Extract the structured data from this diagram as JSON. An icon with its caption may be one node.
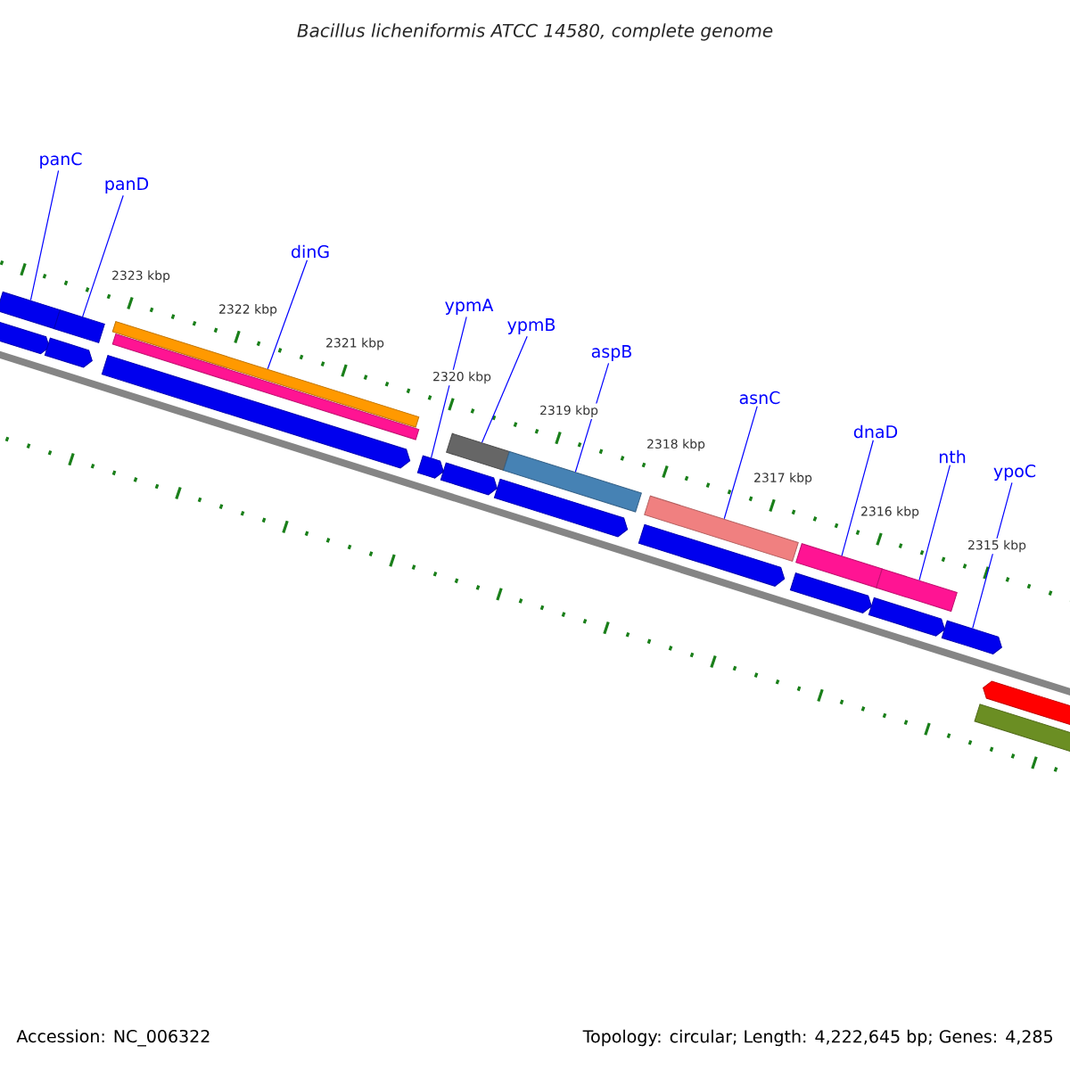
{
  "diagram": {
    "title": "Bacillus licheniformis ATCC 14580, complete genome",
    "nodes": [
      {
        "text": [
          "panC"
        ]
      },
      {
        "text": [
          "panD"
        ]
      },
      {
        "text": [
          "dinG"
        ]
      },
      {
        "text": [
          "ypmA"
        ]
      },
      {
        "text": [
          "ypmB"
        ]
      },
      {
        "text": [
          "aspB"
        ]
      },
      {
        "text": [
          "asnC"
        ]
      },
      {
        "text": [
          "dnaD"
        ]
      },
      {
        "text": [
          "nth"
        ]
      },
      {
        "text": [
          "ypoC"
        ]
      },
      {
        "text": [],
        "shape": "arrow"
      },
      {
        "text": [],
        "shape": "bar"
      },
      {
        "text": [],
        "shape": "arrow"
      },
      {
        "text": [],
        "shape": "bar"
      },
      {
        "text": [],
        "shape": "arrow"
      },
      {
        "text": [],
        "shape": "bar"
      },
      {
        "text": [],
        "shape": "bar"
      },
      {
        "text": [],
        "shape": "arrow"
      },
      {
        "text": [],
        "shape": "arrow"
      },
      {
        "text": [],
        "shape": "bar"
      },
      {
        "text": [],
        "shape": "arrow"
      },
      {
        "text": [],
        "shape": "bar"
      },
      {
        "text": [],
        "shape": "arrow"
      },
      {
        "text": [],
        "shape": "bar"
      },
      {
        "text": [],
        "shape": "arrow"
      },
      {
        "text": [],
        "shape": "bar"
      },
      {
        "text": [],
        "shape": "arrow"
      },
      {
        "text": [],
        "shape": "bar"
      },
      {
        "text": [],
        "shape": "arrow"
      },
      {
        "text": [],
        "shape": "bar"
      },
      {
        "text": [],
        "shape": "arrow"
      }
    ],
    "edges": [
      {
        "from": 0,
        "to": 11,
        "arrow": "none"
      },
      {
        "from": 1,
        "to": 13,
        "arrow": "none"
      },
      {
        "from": 2,
        "to": 15,
        "arrow": "none"
      },
      {
        "from": 3,
        "to": 17,
        "arrow": "none"
      },
      {
        "from": 4,
        "to": 19,
        "arrow": "none"
      },
      {
        "from": 5,
        "to": 21,
        "arrow": "none"
      },
      {
        "from": 6,
        "to": 23,
        "arrow": "none"
      },
      {
        "from": 7,
        "to": 25,
        "arrow": "none"
      },
      {
        "from": 8,
        "to": 27,
        "arrow": "none"
      },
      {
        "from": 9,
        "to": 28,
        "arrow": "none"
      }
    ],
    "labels": [
      "2323 kbp",
      "2322 kbp",
      "2321 kbp",
      "2320 kbp",
      "2319 kbp",
      "2318 kbp",
      "2317 kbp",
      "2316 kbp",
      "2315 kbp",
      "Accession: NC_006322",
      "Topology: circular; Length: 4,222,645 bp; Genes: 4,285"
    ]
  }
}
